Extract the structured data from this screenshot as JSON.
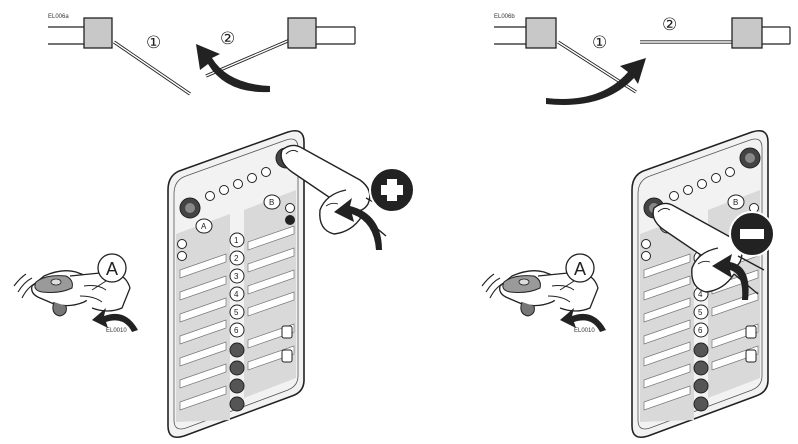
{
  "figure_codes": {
    "top_left": "EL006a",
    "top_right": "EL006b",
    "remote_left": "EL0010",
    "remote_right": "EL0010"
  },
  "step_markers": [
    "①",
    "②"
  ],
  "callout_label": "A",
  "keypad": {
    "header_left": "A",
    "header_right": "B",
    "numbers": [
      "1",
      "2",
      "3",
      "4",
      "5",
      "6"
    ]
  },
  "actions": {
    "left": "plus-sign",
    "right": "minus-sign"
  }
}
